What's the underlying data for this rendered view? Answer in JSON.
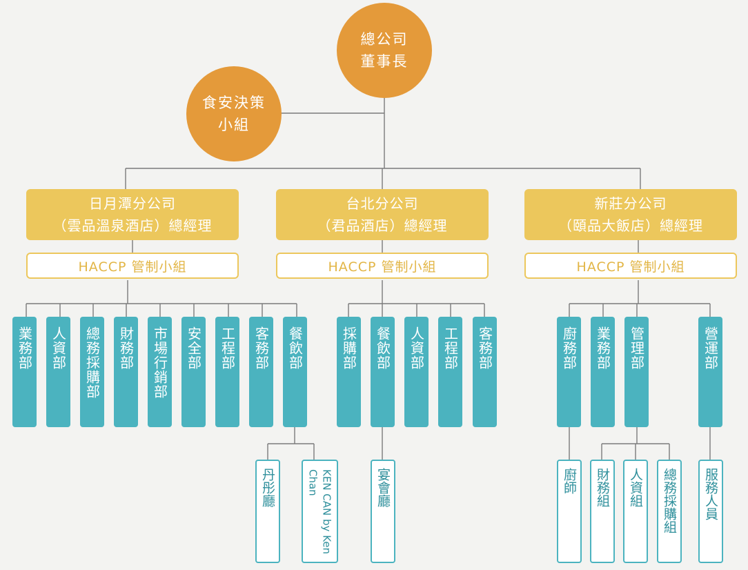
{
  "root": {
    "line1": "總公司",
    "line2": "董事長"
  },
  "food_safety": {
    "line1": "食安決策",
    "line2": "小組"
  },
  "branches": [
    {
      "name": "日月潭分公司",
      "subtitle": "（雲品溫泉酒店）總經理",
      "haccp": "HACCP 管制小組",
      "departments": [
        "業務部",
        "人資部",
        "總務採購部",
        "財務部",
        "市場行銷部",
        "安全部",
        "工程部",
        "客務部",
        "餐飲部"
      ],
      "sub_units": [
        "丹彤廳",
        "KEN CAN by Ken Chan"
      ]
    },
    {
      "name": "台北分公司",
      "subtitle": "（君品酒店）總經理",
      "haccp": "HACCP 管制小組",
      "departments": [
        "採購部",
        "餐飲部",
        "人資部",
        "工程部",
        "客務部"
      ],
      "sub_units": [
        "宴會廳"
      ]
    },
    {
      "name": "新莊分公司",
      "subtitle": "（頤品大飯店）總經理",
      "haccp": "HACCP 管制小組",
      "departments": [
        "廚務部",
        "業務部",
        "管理部",
        "營運部"
      ],
      "sub_units": [
        "廚師",
        "財務組",
        "人資組",
        "總務採購組",
        "服務人員"
      ]
    }
  ],
  "colors": {
    "root": "#e49a3a",
    "branch": "#ecc75c",
    "dept": "#4bb3bf",
    "line": "#7a7a7a"
  }
}
